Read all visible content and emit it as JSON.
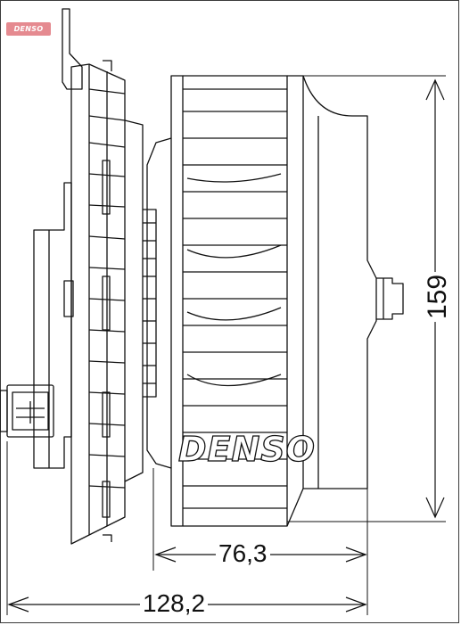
{
  "logo": {
    "badge_text": "DENSO",
    "product_brand": "DENSO"
  },
  "dimensions": {
    "height": "159",
    "depth": "76,3",
    "total_width": "128,2"
  },
  "colors": {
    "line": "#111111",
    "badge": "#e58a90",
    "background": "#ffffff"
  }
}
